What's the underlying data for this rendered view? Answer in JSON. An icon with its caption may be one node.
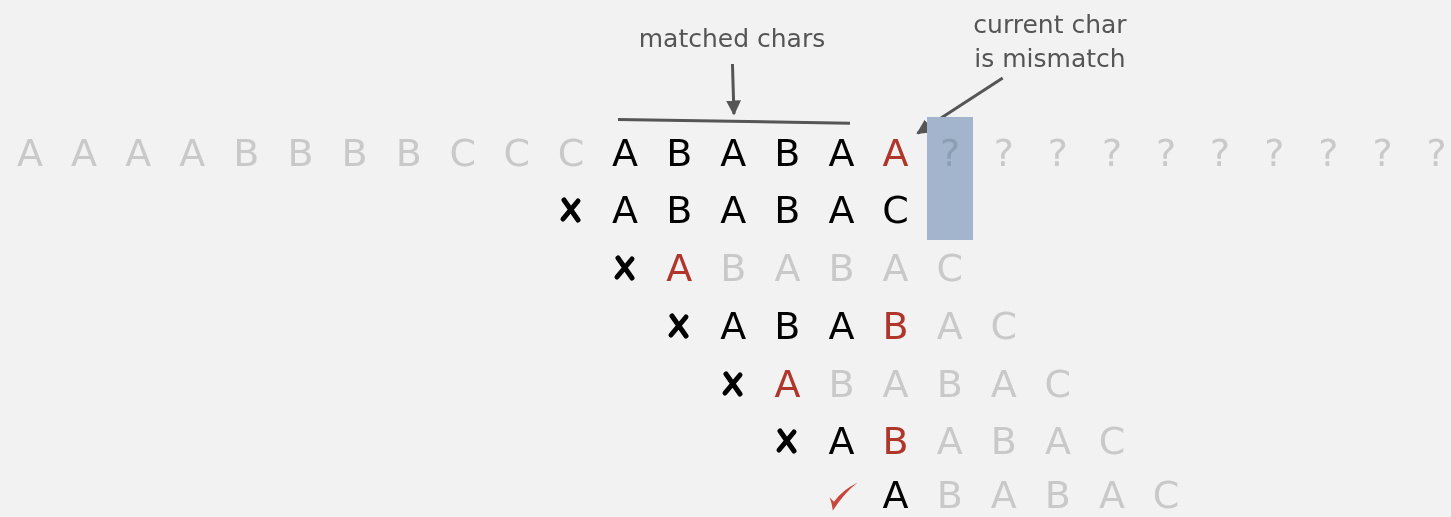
{
  "diagram": {
    "nodes": [
      {
        "text": [
          "matched chars"
        ]
      },
      {
        "text": [],
        "shape": "bar"
      },
      {
        "text": [
          "current char is mismatch"
        ]
      },
      {
        "text": [
          "A"
        ]
      },
      {
        "text": [
          "?"
        ]
      }
    ],
    "edges": [
      {
        "from": 0,
        "to": 1,
        "arrow": "to"
      },
      {
        "from": 2,
        "to": 3,
        "arrow": "to"
      }
    ],
    "labels": [
      "A",
      "A",
      "A",
      "A",
      "B",
      "B",
      "B",
      "B",
      "C",
      "C",
      "C",
      "A",
      "B",
      "A",
      "B",
      "A",
      "?",
      "?",
      "?",
      "?",
      "?",
      "?",
      "?",
      "?",
      "?",
      "A",
      "B",
      "A",
      "B",
      "A",
      "C",
      "A",
      "B",
      "A",
      "B",
      "A",
      "C",
      "A",
      "B",
      "A",
      "B",
      "A",
      "C",
      "A",
      "B",
      "A",
      "B",
      "A",
      "C",
      "A",
      "B",
      "A",
      "B",
      "A",
      "C",
      "A",
      "B",
      "A",
      "B",
      "A",
      "C"
    ]
  }
}
